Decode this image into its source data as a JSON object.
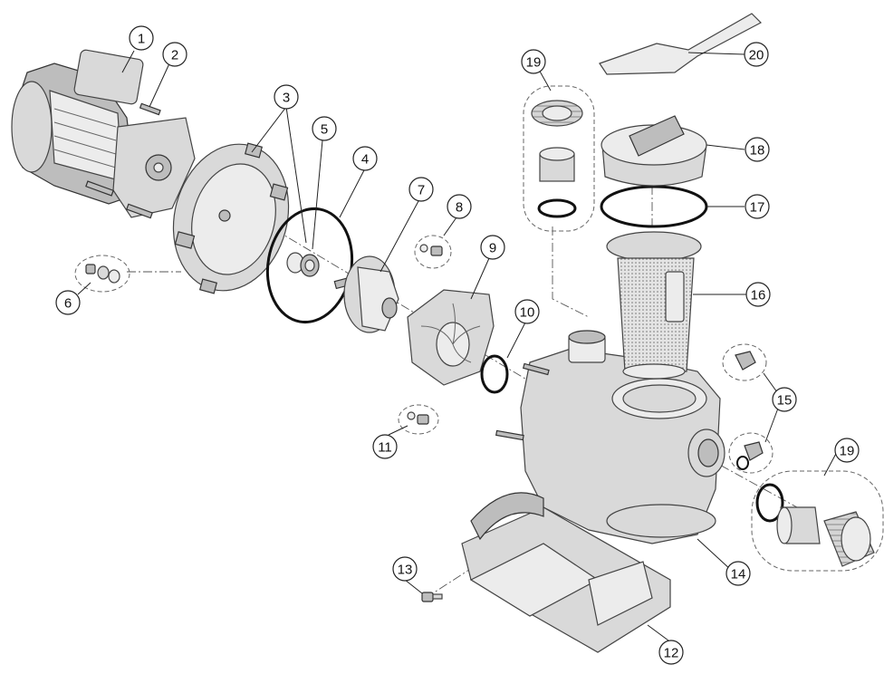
{
  "callouts": [
    {
      "id": "c1",
      "label": "1"
    },
    {
      "id": "c2",
      "label": "2"
    },
    {
      "id": "c3",
      "label": "3"
    },
    {
      "id": "c4",
      "label": "4"
    },
    {
      "id": "c5",
      "label": "5"
    },
    {
      "id": "c6",
      "label": "6"
    },
    {
      "id": "c7",
      "label": "7"
    },
    {
      "id": "c8",
      "label": "8"
    },
    {
      "id": "c9",
      "label": "9"
    },
    {
      "id": "c10",
      "label": "10"
    },
    {
      "id": "c11",
      "label": "11"
    },
    {
      "id": "c12",
      "label": "12"
    },
    {
      "id": "c13",
      "label": "13"
    },
    {
      "id": "c14",
      "label": "14"
    },
    {
      "id": "c15",
      "label": "15"
    },
    {
      "id": "c16",
      "label": "16"
    },
    {
      "id": "c17",
      "label": "17"
    },
    {
      "id": "c18",
      "label": "18"
    },
    {
      "id": "c19a",
      "label": "19"
    },
    {
      "id": "c19b",
      "label": "19"
    },
    {
      "id": "c20",
      "label": "20"
    }
  ],
  "colors": {
    "part_fill": "#d9d9d9",
    "outline": "#444444",
    "oring": "#111111",
    "background": "#ffffff"
  }
}
